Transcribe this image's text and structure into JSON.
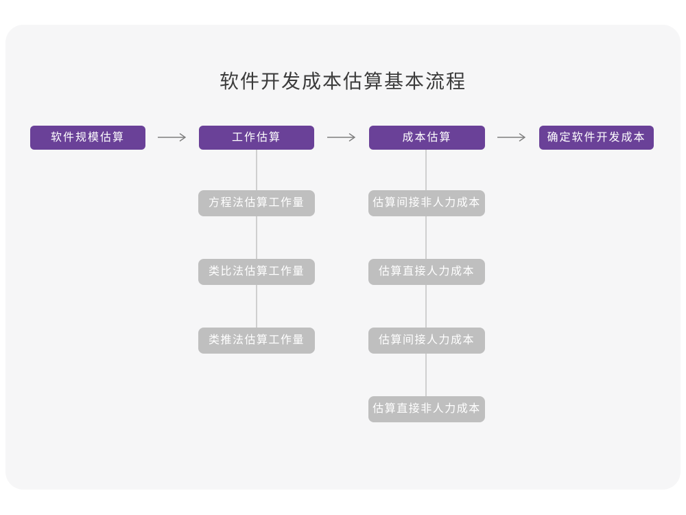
{
  "title": "软件开发成本估算基本流程",
  "colors": {
    "page_bg": "#ffffff",
    "card_bg": "#f6f6f7",
    "purple": "#6a4198",
    "gray_box": "#bfbfbf",
    "arrow": "#7d7d7d",
    "connector": "#cfcfcf",
    "title_text": "#3b3b3b"
  },
  "flow": {
    "stages": [
      {
        "label": "软件规模估算",
        "substeps": []
      },
      {
        "label": "工作估算",
        "substeps": [
          "方程法估算工作量",
          "类比法估算工作量",
          "类推法估算工作量"
        ]
      },
      {
        "label": "成本估算",
        "substeps": [
          "估算间接非人力成本",
          "估算直接人力成本",
          "估算间接人力成本",
          "估算直接非人力成本"
        ]
      },
      {
        "label": "确定软件开发成本",
        "substeps": []
      }
    ]
  }
}
